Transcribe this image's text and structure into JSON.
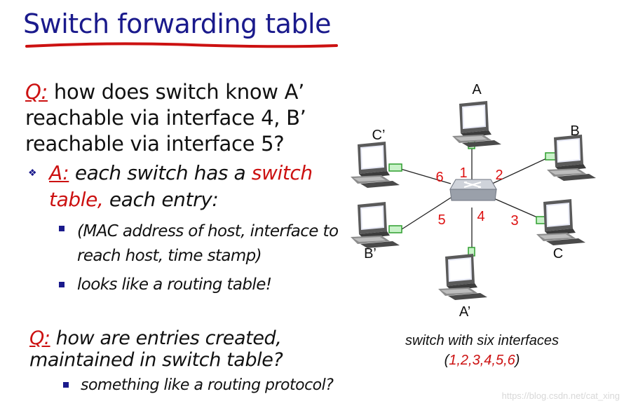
{
  "title": "Switch forwarding table",
  "q1": {
    "q_label": "Q:",
    "text_1": " how does switch know A’",
    "text_2": "reachable via interface 4, B’",
    "text_3": "reachable via interface 5?"
  },
  "answer": {
    "a_label": "A:",
    "text_1": "  each switch has a ",
    "highlight_1": "switch",
    "highlight_2": "table,",
    "text_2": " each entry:"
  },
  "sub_bullets": [
    {
      "line_1": "(MAC address of host, interface to",
      "line_2": "reach host, time stamp)"
    },
    {
      "line_1": "looks like a routing table!"
    }
  ],
  "q2": {
    "q_label": "Q:",
    "text_1": " how are entries created,",
    "text_2": "maintained in switch table?"
  },
  "q2_bullet": "something like a routing protocol?",
  "diagram": {
    "hosts": [
      "A",
      "B",
      "C",
      "A’",
      "B’",
      "C’"
    ],
    "ports": [
      "1",
      "2",
      "3",
      "4",
      "5",
      "6"
    ]
  },
  "caption": {
    "line_1": "switch with six interfaces",
    "line_2_open": "(",
    "line_2_ports": "1,2,3,4,5,6",
    "line_2_close": ")"
  },
  "watermark": "https://blog.csdn.net/cat_xing",
  "colors": {
    "title": "#1a1a8c",
    "accent_red": "#cc1111",
    "bullet": "#1a1a8c",
    "interface_green": "#2e9e2e"
  }
}
